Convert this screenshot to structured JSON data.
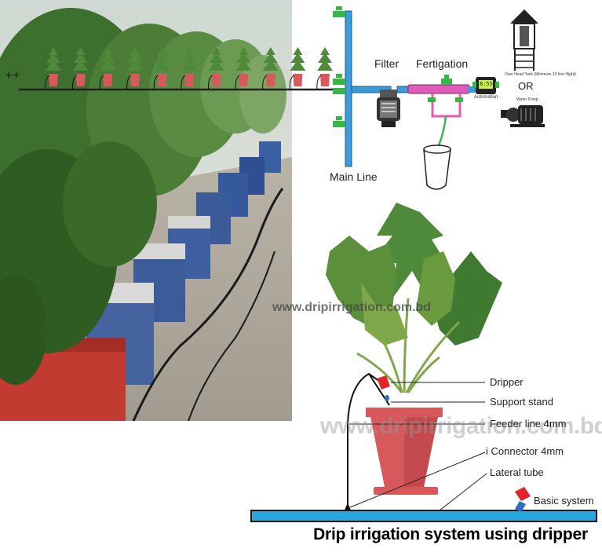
{
  "top_diagram": {
    "left_mark": "++",
    "filter_label": "Filter",
    "fertigation_label": "Fertigation",
    "main_line_label": "Main Line",
    "automation_label": "Automation",
    "automation_display": "8:55",
    "tank_label": "Over Head Tank (Minimum 15 feet Hight)",
    "or_label": "OR",
    "pump_label": "Water Pump",
    "plant_count": 11
  },
  "watermarks": {
    "small": "www.dripirrigation.com.bd",
    "large": "www.dripirrigation.com.bd"
  },
  "plant_diagram": {
    "callouts": {
      "dripper": "Dripper",
      "support_stand": "Support stand",
      "feeder_line": "Feeder line 4mm",
      "i_connector": "i Connector 4mm",
      "lateral_tube": "Lateral tube",
      "basic_system": "Basic system"
    }
  },
  "footer": {
    "title": "Drip irrigation system using dripper"
  },
  "colors": {
    "pipe_blue": "#3d9ad8",
    "valve_green": "#39b54a",
    "fertigation_pink": "#e05bb5",
    "pot_red": "#d8595c",
    "leaf_green": "#4f8a3a",
    "lateral_fill": "#29a8e0"
  }
}
